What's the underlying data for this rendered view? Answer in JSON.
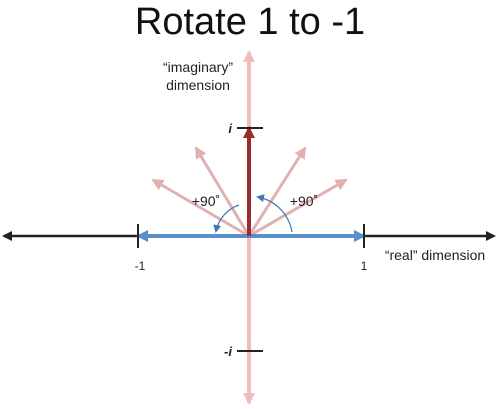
{
  "title": "Rotate 1 to -1",
  "axes": {
    "real_label": "“real” dimension",
    "imag_label_line1": "“imaginary”",
    "imag_label_line2": "dimension"
  },
  "ticks": {
    "pos_i": "i",
    "neg_i": "-i",
    "pos_one": "1",
    "neg_one": "-1"
  },
  "angles": {
    "left": "+90˚",
    "right": "+90˚"
  },
  "colors": {
    "axis_real": "#222222",
    "axis_imag": "#f0bdbd",
    "arrow_blue": "#5b8fc9",
    "arrow_red": "#9b2a2a",
    "arrow_faded": "#e3b0b0",
    "rotation_arc": "#3f7ab5"
  }
}
